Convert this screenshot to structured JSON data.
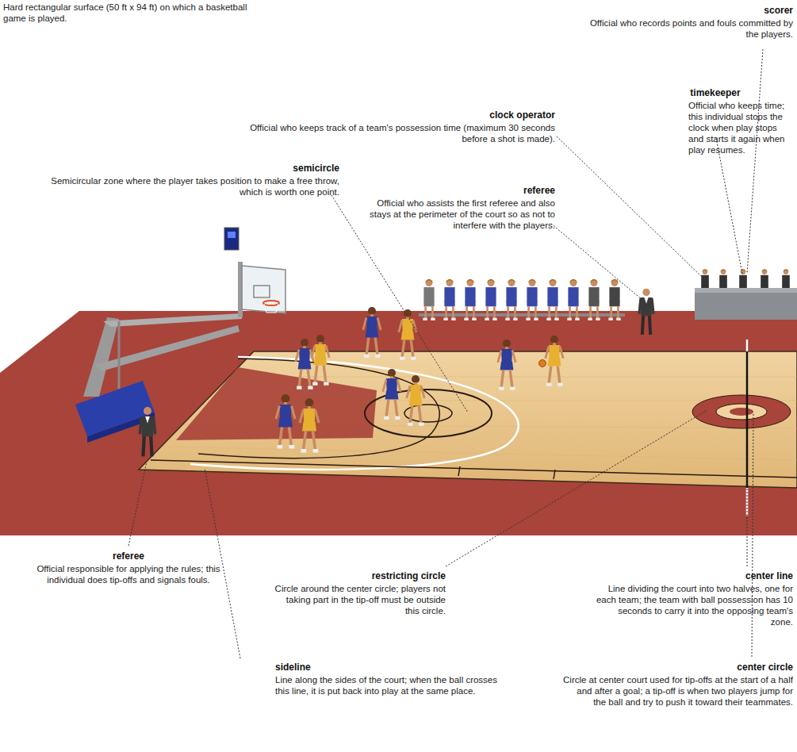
{
  "diagram": {
    "labels": [
      "Hard rectangular surface (50 ft x 94 ft) on which a basketball game is played.",
      "scorer",
      "Official who records points and fouls committed by the players.",
      "timekeeper",
      "Official who keeps time; this individual stops the clock when play stops and starts it again when play resumes.",
      "clock operator",
      "Official who keeps track of a team's possession time (maximum 30 seconds before a shot is made).",
      "semicircle",
      "Semicircular zone where the player takes position to make a free throw, which is worth one point.",
      "referee",
      "Official who assists the first referee and also stays at the perimeter of the court so as not to interfere with the players.",
      "referee",
      "Official responsible for applying the rules; this individual does tip-offs and signals fouls.",
      "restricting circle",
      "Circle around the center circle; players not taking part in the tip-off must be outside this circle.",
      "center line",
      "Line dividing the court into two halves, one for each team; the team with ball possession has 10 seconds to carry it into the opposing team's zone.",
      "sideline",
      "Line along the sides of the court; when the ball crosses this line, it is put back into play at the same place.",
      "center circle",
      "Circle at center court used for tip-offs at the start of a half and after a goal; a tip-off is when two players jump for the ball and try to push it toward their teammates."
    ]
  }
}
